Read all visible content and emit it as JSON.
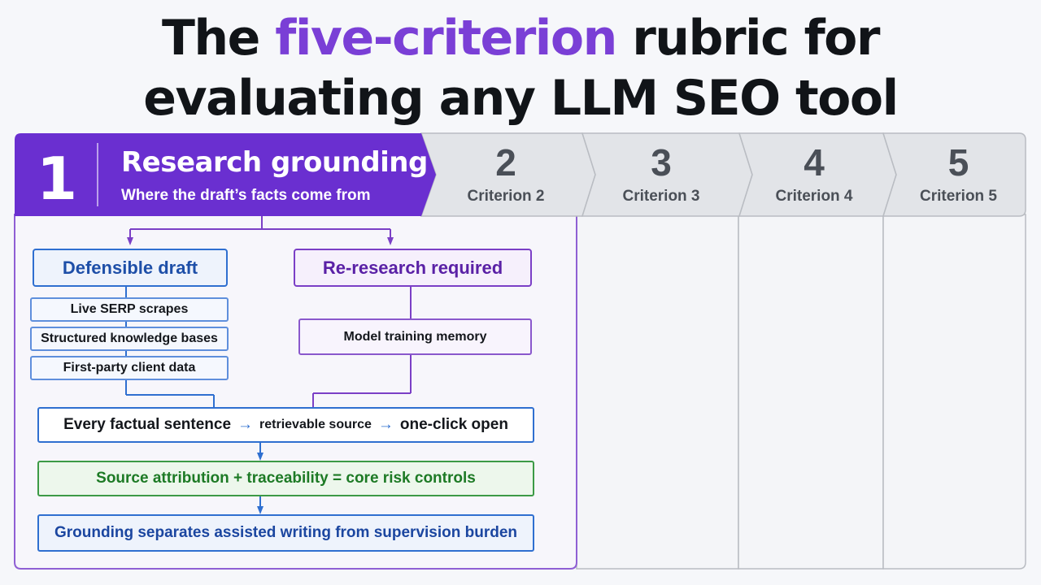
{
  "title": {
    "line1_pre": "The ",
    "line1_accent": "five-criterion",
    "line1_post": " rubric for",
    "line2": "evaluating any LLM SEO tool"
  },
  "colors": {
    "accent_purple": "#7a3fd6",
    "active_tab_bg": "#6a2fd0",
    "inactive_tab_bg": "#e2e4e8",
    "blue": "#2f6fd0",
    "green": "#3c9a46"
  },
  "tabs": [
    {
      "number": "1",
      "title": "Research grounding",
      "subtitle": "Where the draft’s facts come from",
      "active": true
    },
    {
      "number": "2",
      "label": "Criterion 2",
      "active": false
    },
    {
      "number": "3",
      "label": "Criterion 3",
      "active": false
    },
    {
      "number": "4",
      "label": "Criterion 4",
      "active": false
    },
    {
      "number": "5",
      "label": "Criterion 5",
      "active": false
    }
  ],
  "diagram": {
    "left_branch": {
      "heading": "Defensible draft",
      "items": [
        "Live SERP scrapes",
        "Structured knowledge bases",
        "First-party client data"
      ]
    },
    "right_branch": {
      "heading": "Re-research required",
      "items": [
        "Model training memory"
      ]
    },
    "flow": {
      "part1": "Every factual sentence",
      "arrow": "→",
      "part2": "retrievable source",
      "part3": "one-click open"
    },
    "controls": "Source attribution + traceability = core risk controls",
    "conclusion": "Grounding separates assisted writing from supervision burden"
  }
}
